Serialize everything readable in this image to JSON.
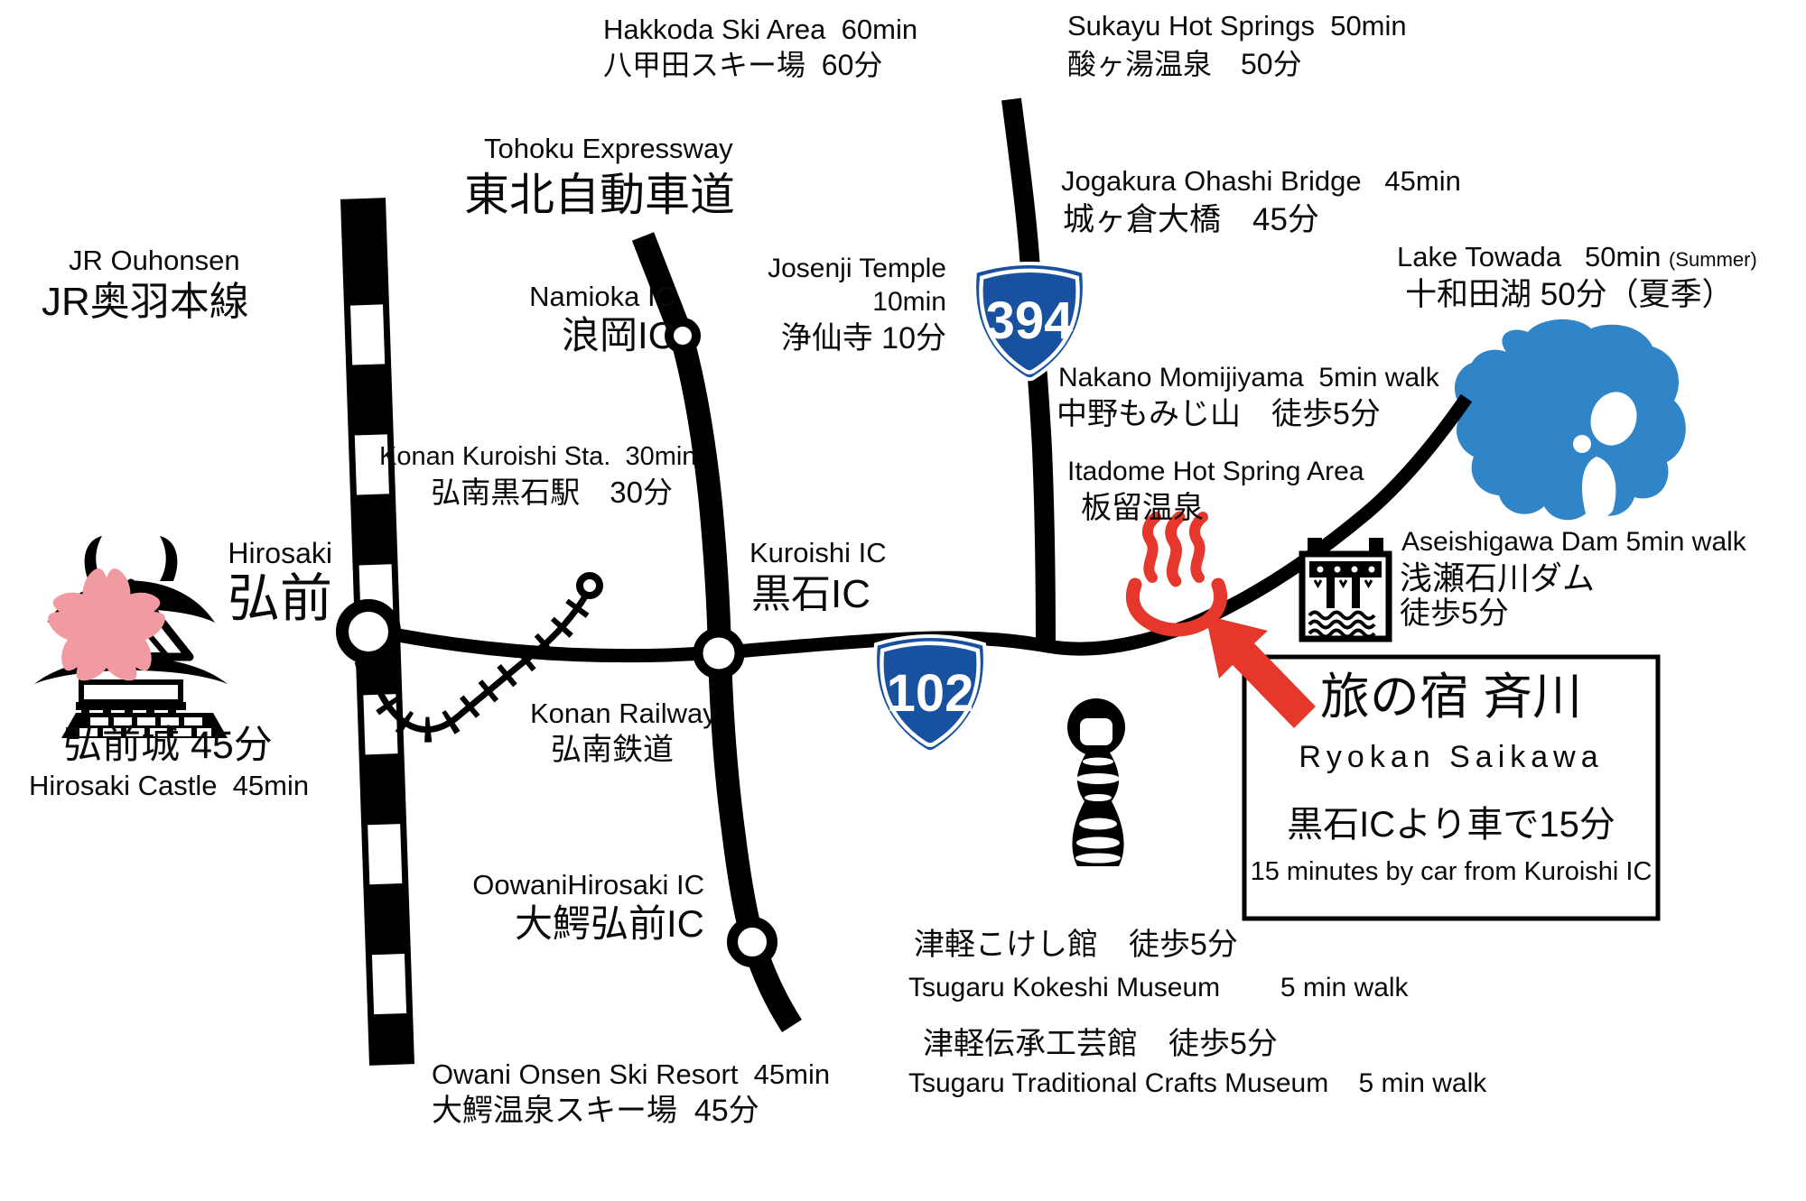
{
  "colors": {
    "road_black": "#000000",
    "route_badge_blue": "#17519f",
    "accent_red": "#e5372b",
    "lake_blue": "#2f85c7",
    "sakura_pink": "#f19aa2",
    "text_black": "#0a0a0a"
  },
  "roads": {
    "tohoku_expressway": {
      "en": "Tohoku Expressway",
      "ja": "東北自動車道"
    },
    "route_394": {
      "number": "394"
    },
    "route_102": {
      "number": "102"
    }
  },
  "railways": {
    "jr_ouhonsen": {
      "en": "JR Ouhonsen",
      "ja": "JR奥羽本線"
    },
    "konan_railway": {
      "en": "Konan Railway",
      "ja": "弘南鉄道"
    }
  },
  "interchanges": {
    "namioka_ic": {
      "en": "Namioka IC",
      "ja": "浪岡IC"
    },
    "kuroishi_ic": {
      "en": "Kuroishi IC",
      "ja": "黒石IC"
    },
    "oowani_hirosaki_ic": {
      "en": "OowaniHirosaki IC",
      "ja": "大鰐弘前IC"
    }
  },
  "stations": {
    "hirosaki": {
      "en": "Hirosaki",
      "ja": "弘前"
    }
  },
  "destinations": {
    "hakkoda": {
      "en": "Hakkoda Ski Area  60min",
      "ja": "八甲田スキー場  60分"
    },
    "sukayu": {
      "en": "Sukayu Hot Springs  50min",
      "ja": "酸ヶ湯温泉　50分"
    },
    "jogakura": {
      "en": "Jogakura Ohashi Bridge   45min",
      "ja": "城ヶ倉大橋　45分"
    },
    "lake_towada": {
      "en": "Lake Towada   50min",
      "summer_note": "(Summer)",
      "ja": "十和田湖 50分（夏季）"
    },
    "josenji": {
      "en": "Josenji Temple",
      "time": "10min",
      "ja": "浄仙寺 10分"
    },
    "nakano_momijiyama": {
      "en": "Nakano Momijiyama  5min walk",
      "ja": "中野もみじ山　徒歩5分"
    },
    "itadome": {
      "en": "Itadome Hot Spring Area",
      "ja": "板留温泉"
    },
    "aseishigawa_dam": {
      "en": "Aseishigawa Dam 5min walk",
      "ja": "浅瀬石川ダム",
      "walk_ja": "徒歩5分"
    },
    "hirosaki_castle": {
      "ja": "弘前城 45分",
      "en": "Hirosaki Castle  45min"
    },
    "konan_kuroishi_station": {
      "en": "Konan Kuroishi Sta.  30min",
      "ja": "弘南黒石駅　30分"
    },
    "owani_onsen_ski": {
      "en": "Owani Onsen Ski Resort  45min",
      "ja": "大鰐温泉スキー場  45分"
    },
    "tsugaru_kokeshi_museum": {
      "ja": "津軽こけし館　徒歩5分",
      "en": "Tsugaru Kokeshi Museum        5 min walk"
    },
    "tsugaru_crafts_museum": {
      "ja": "津軽伝承工芸館　徒歩5分",
      "en": "Tsugaru Traditional Crafts Museum    5 min walk"
    }
  },
  "ryokan_box": {
    "name_ja": "旅の宿 斉川",
    "name_en": "Ryokan Saikawa",
    "access_ja": "黒石ICより車で15分",
    "access_en": "15 minutes by car from Kuroishi IC"
  }
}
